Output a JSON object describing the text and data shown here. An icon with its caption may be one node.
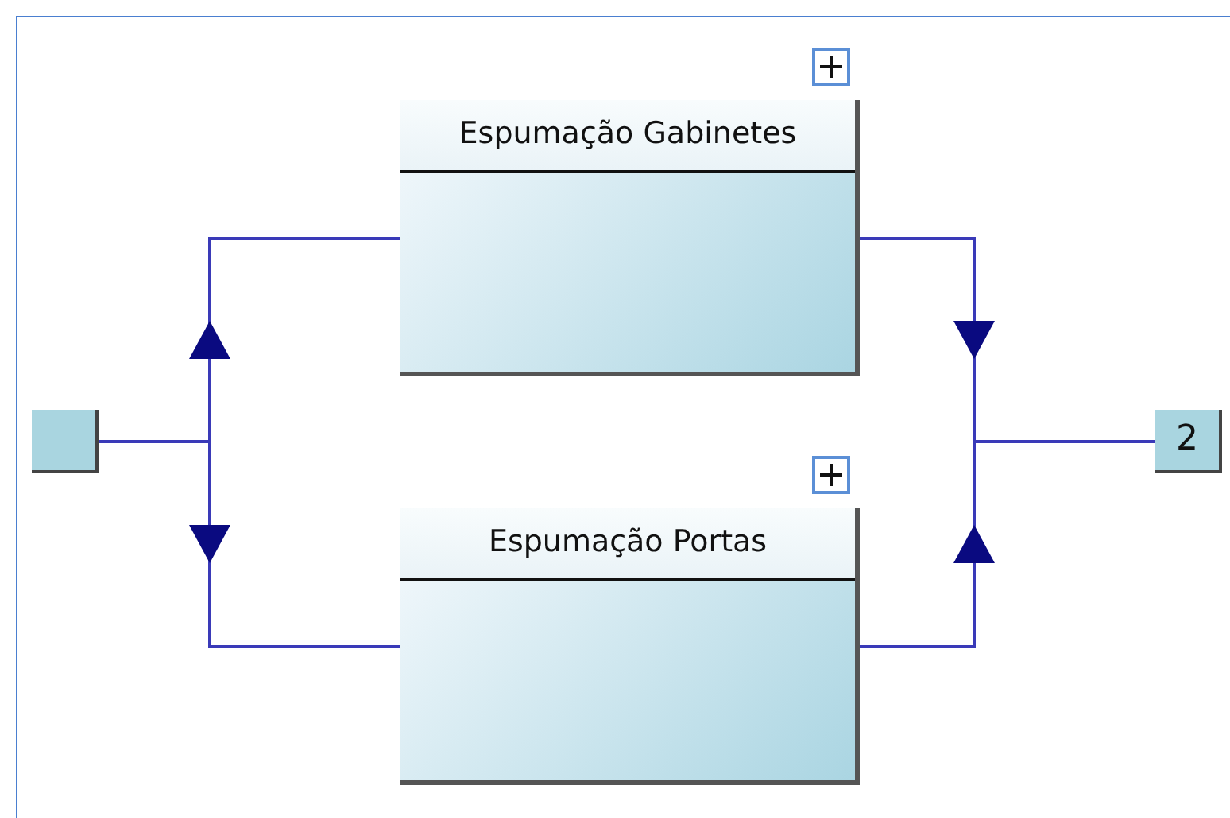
{
  "diagram": {
    "nodes": [
      {
        "text": [],
        "shape": "box"
      },
      {
        "text": [
          "Espumação Gabinetes"
        ]
      },
      {
        "text": [
          "Espumação Portas"
        ]
      },
      {
        "text": [
          "2"
        ]
      }
    ],
    "edges": [
      {
        "from": 0,
        "to": 1,
        "arrow": "to"
      },
      {
        "from": 0,
        "to": 2,
        "arrow": "to"
      },
      {
        "from": 1,
        "to": 3,
        "arrow": "to"
      },
      {
        "from": 2,
        "to": 3,
        "arrow": "to"
      }
    ]
  }
}
